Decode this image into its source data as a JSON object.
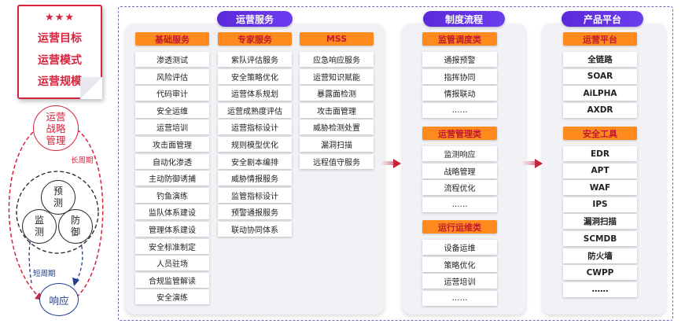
{
  "note": {
    "stars": "★★★",
    "lines": [
      "运营目标",
      "运营模式",
      "运营规模"
    ]
  },
  "cycle": {
    "top": "运营战略管理",
    "top_lines": [
      "运营",
      "战略",
      "管理"
    ],
    "long_label": "长周期",
    "short_label": "短周期",
    "bottom": "响应",
    "inner": [
      {
        "lines": [
          "预",
          "测"
        ]
      },
      {
        "lines": [
          "监",
          "测"
        ]
      },
      {
        "lines": [
          "防",
          "御"
        ]
      }
    ]
  },
  "ops": {
    "title": "运营服务",
    "columns": [
      {
        "header": "基础服务",
        "items": [
          "渗透测试",
          "风险评估",
          "代码审计",
          "安全运维",
          "运营培训",
          "攻击面管理",
          "自动化渗透",
          "主动防御诱捕",
          "钓鱼演练",
          "监队体系建设",
          "管理体系建设",
          "安全标准制定",
          "人员驻场",
          "合规监管解读",
          "安全演练"
        ]
      },
      {
        "header": "专家服务",
        "items": [
          "紫队评估服务",
          "安全策略优化",
          "运营体系规划",
          "运营成熟度评估",
          "运营指标设计",
          "规则模型优化",
          "安全剧本编排",
          "威胁情报服务",
          "监管指标设计",
          "预警通报服务",
          "联动协同体系"
        ]
      },
      {
        "header": "MSS",
        "items": [
          "应急响应服务",
          "运营知识赋能",
          "暴露面检测",
          "攻击面管理",
          "威胁检测处置",
          "漏洞扫描",
          "远程值守服务"
        ]
      }
    ]
  },
  "process": {
    "title": "制度流程",
    "groups": [
      {
        "header": "监管调度类",
        "items": [
          "通报预警",
          "指挥协同",
          "情报联动",
          "……"
        ]
      },
      {
        "header": "运营管理类",
        "items": [
          "监测响应",
          "战略管理",
          "流程优化",
          "……"
        ]
      },
      {
        "header": "运行运维类",
        "items": [
          "设备运维",
          "策略优化",
          "运营培训",
          "……"
        ]
      }
    ]
  },
  "platform": {
    "title": "产品平台",
    "groups": [
      {
        "header": "运营平台",
        "items": [
          "全链路",
          "SOAR",
          "AiLPHA",
          "AXDR"
        ]
      },
      {
        "header": "安全工具",
        "items": [
          "EDR",
          "APT",
          "WAF",
          "IPS",
          "漏洞扫描",
          "SCMDB",
          "防火墙",
          "CWPP",
          "……"
        ]
      }
    ]
  },
  "colors": {
    "accent": "#5b2ad8",
    "header_bg": "#ff8a1e",
    "header_text": "#c0182e",
    "red": "#d8233d",
    "blue": "#1f3b8e"
  }
}
